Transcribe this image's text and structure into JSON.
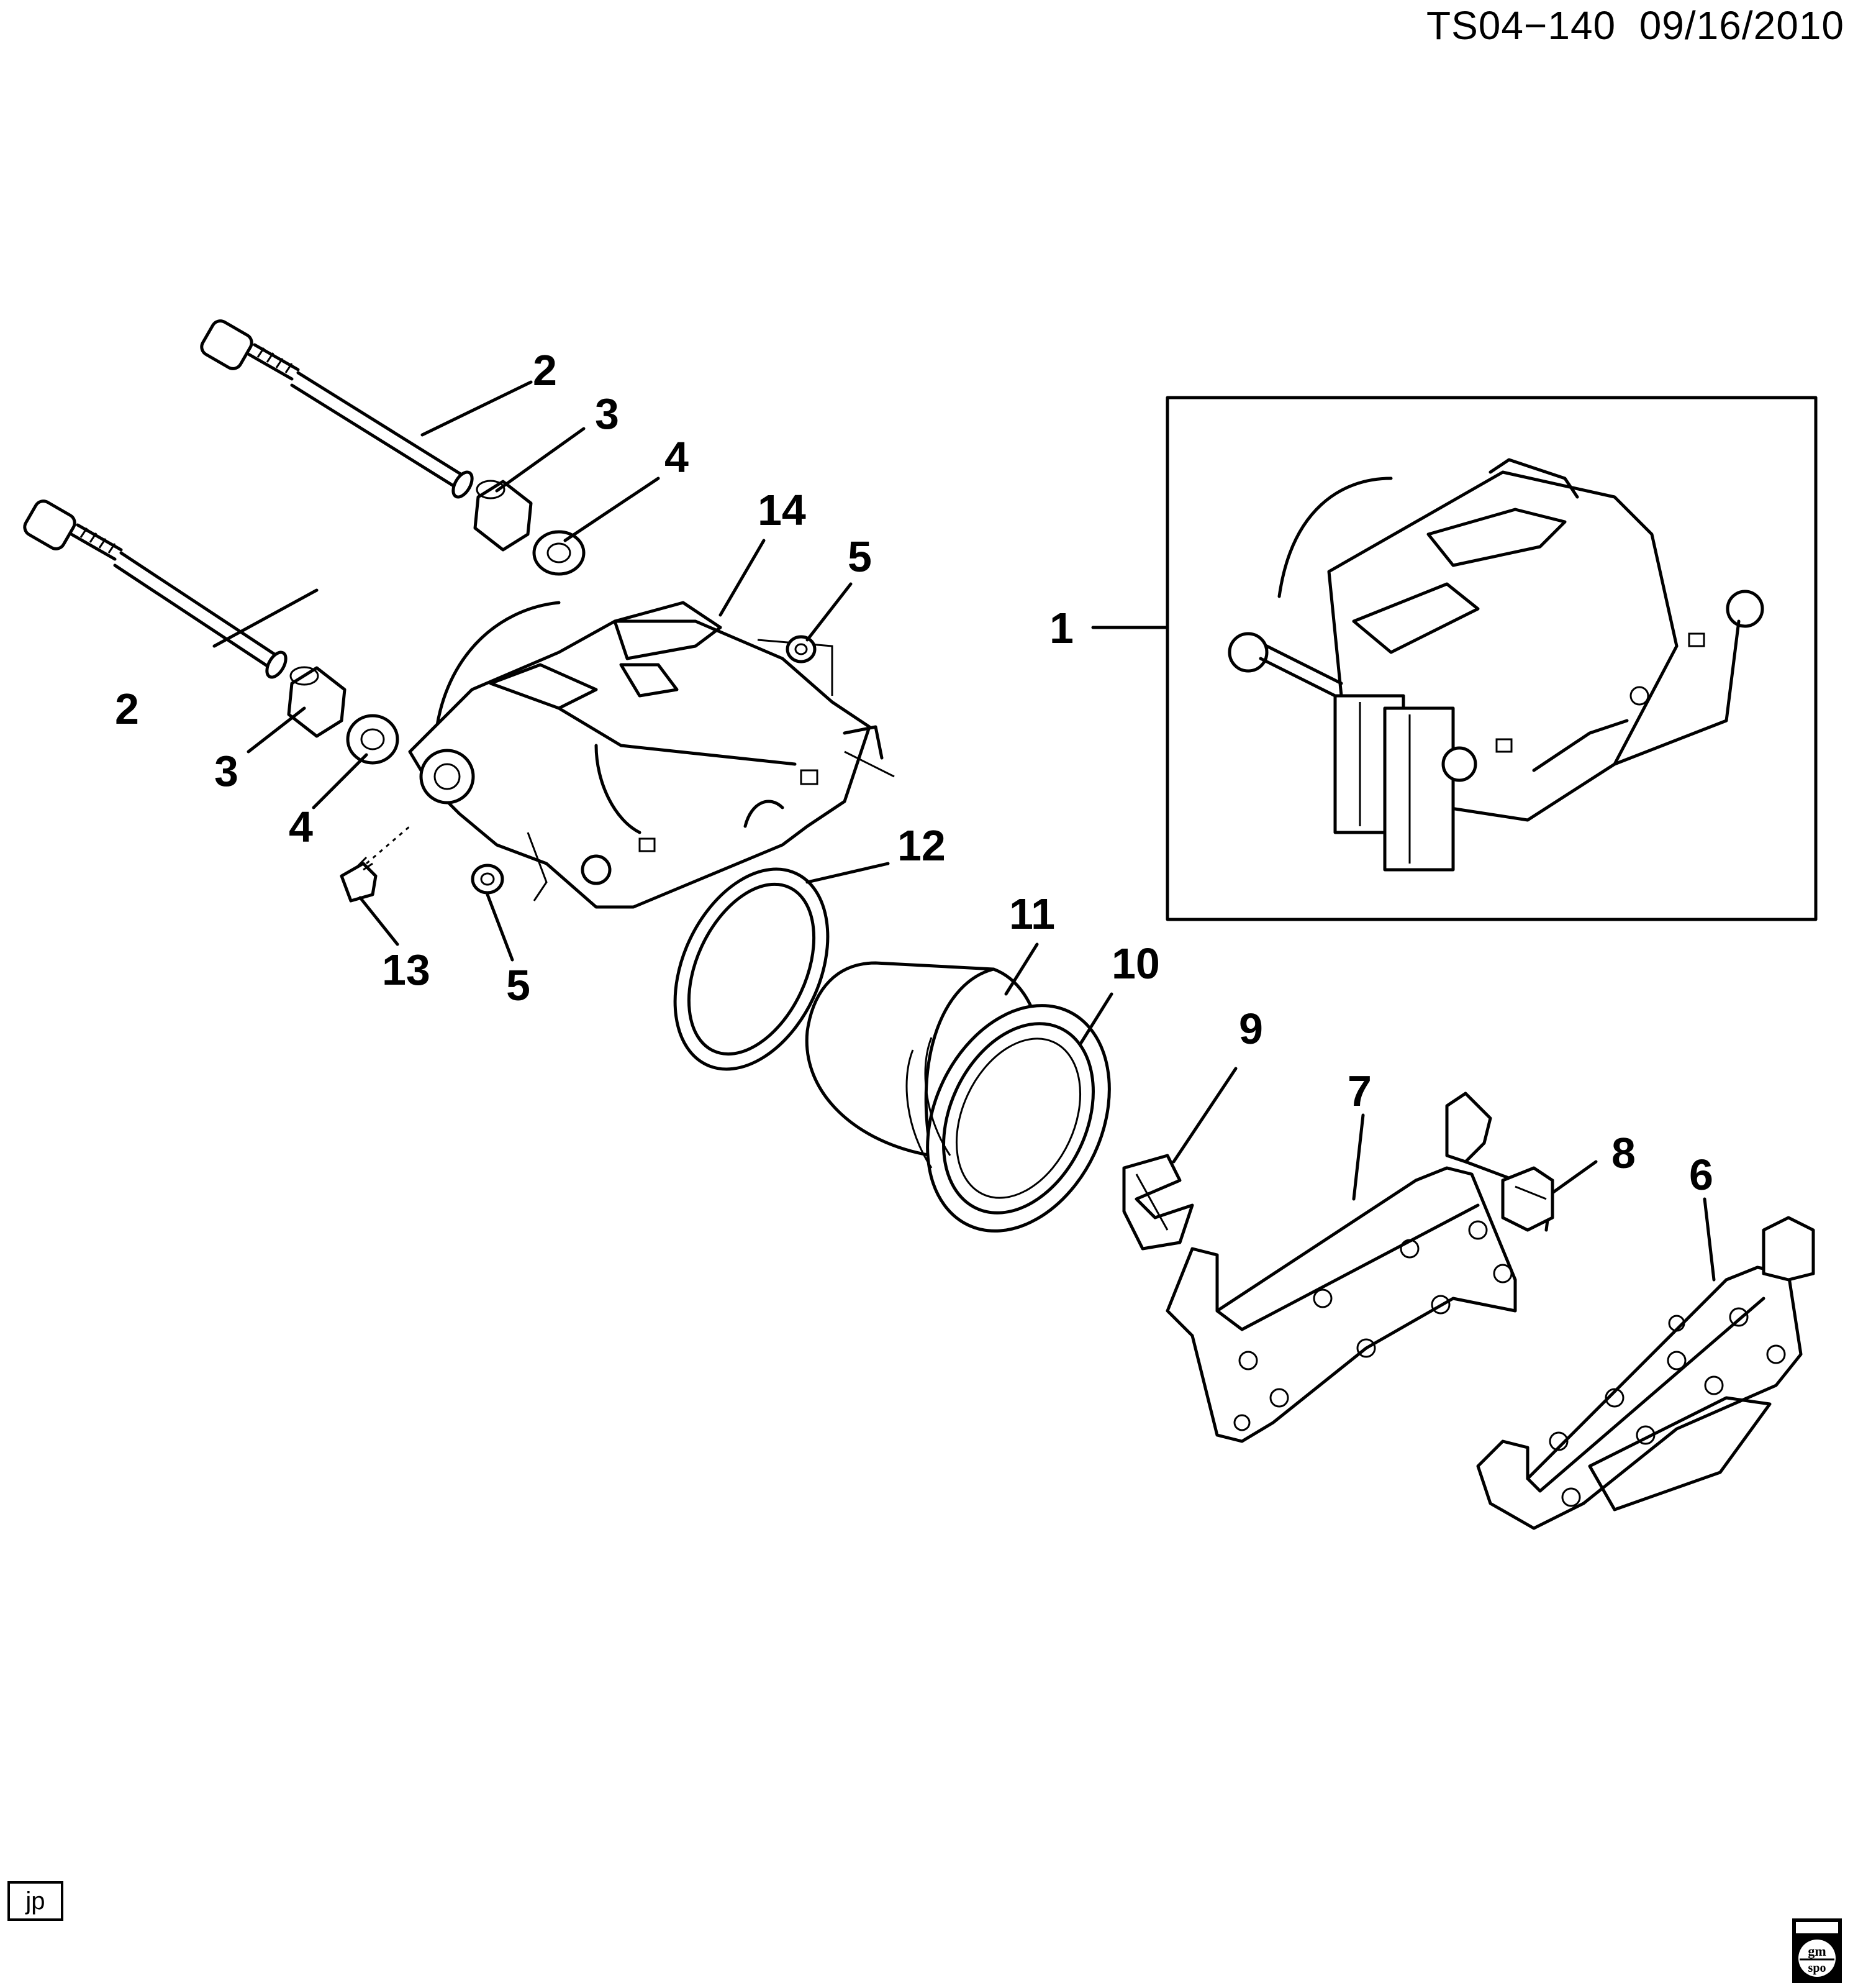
{
  "header": {
    "code": "TS04−140",
    "date": "09/16/2010"
  },
  "callouts": {
    "c1": "1",
    "c2a": "2",
    "c2b": "2",
    "c3a": "3",
    "c3b": "3",
    "c4a": "4",
    "c4b": "4",
    "c5a": "5",
    "c5b": "5",
    "c6": "6",
    "c7": "7",
    "c8": "8",
    "c9": "9",
    "c10": "10",
    "c11": "11",
    "c12": "12",
    "c13": "13",
    "c14": "14"
  },
  "footer": {
    "tag": "jp",
    "logo_text": "gm spo"
  }
}
